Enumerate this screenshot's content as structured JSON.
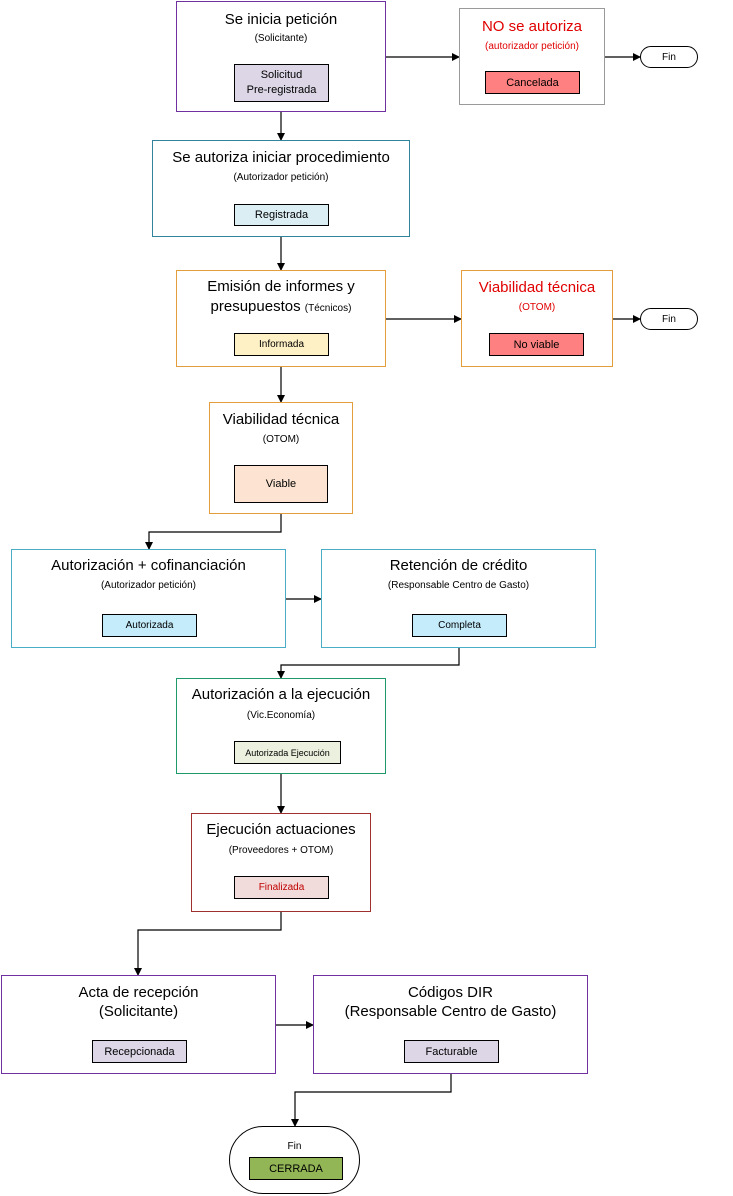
{
  "nodes": {
    "inicia": {
      "title": "Se inicia petición",
      "role": "(Solicitante)",
      "status_line1": "Solicitud",
      "status_line2": "Pre-registrada"
    },
    "no_autoriza": {
      "title": "NO se autoriza",
      "role": "(autorizador petición)",
      "status": "Cancelada",
      "end": "Fin"
    },
    "autoriza_inicio": {
      "title": "Se autoriza iniciar procedimiento",
      "role": "(Autorizador petición)",
      "status": "Registrada"
    },
    "informes": {
      "title_line1": "Emisión de informes y",
      "title_line2": "presupuestos",
      "role": "(Técnicos)",
      "status": "Informada"
    },
    "no_viable": {
      "title": "Viabilidad técnica",
      "role": "(OTOM)",
      "status": "No viable",
      "end": "Fin"
    },
    "viable": {
      "title": "Viabilidad técnica",
      "role": "(OTOM)",
      "status": "Viable"
    },
    "cofinanciacion": {
      "title": "Autorización + cofinanciación",
      "role": "(Autorizador petición)",
      "status": "Autorizada"
    },
    "retencion": {
      "title": "Retención de crédito",
      "role": "(Responsable Centro de Gasto)",
      "status": "Completa"
    },
    "ejecucion_aut": {
      "title": "Autorización a la ejecución",
      "role": "(Vic.Economía)",
      "status": "Autorizada Ejecución"
    },
    "ejecucion": {
      "title": "Ejecución actuaciones",
      "role": "(Proveedores + OTOM)",
      "status": "Finalizada"
    },
    "acta": {
      "title_line1": "Acta de recepción",
      "title_line2": "(Solicitante)",
      "status": "Recepcionada"
    },
    "codigos": {
      "title_line1": "Códigos DIR",
      "title_line2": "(Responsable Centro de Gasto)",
      "status": "Facturable"
    },
    "final": {
      "label": "Fin",
      "status": "CERRADA"
    }
  },
  "colors": {
    "purple_border": "#7030a0",
    "teal_border": "#31849b",
    "orange_border": "#e39d3a",
    "cyan_border": "#4bacc6",
    "green_border": "#1e9a6a",
    "darkred_border": "#a0302d",
    "gray_border": "#9a9a9a",
    "red_text": "#e00000",
    "lavender": "#dcd6e6",
    "light_blue": "#dbeef4",
    "light_yellow": "#fff1c6",
    "peach": "#fde4d2",
    "sky": "#c5ecfb",
    "pale_green": "#ebf1de",
    "pale_pink": "#f2dcdb",
    "salmon": "#ff8080",
    "olive_green": "#92b555"
  }
}
